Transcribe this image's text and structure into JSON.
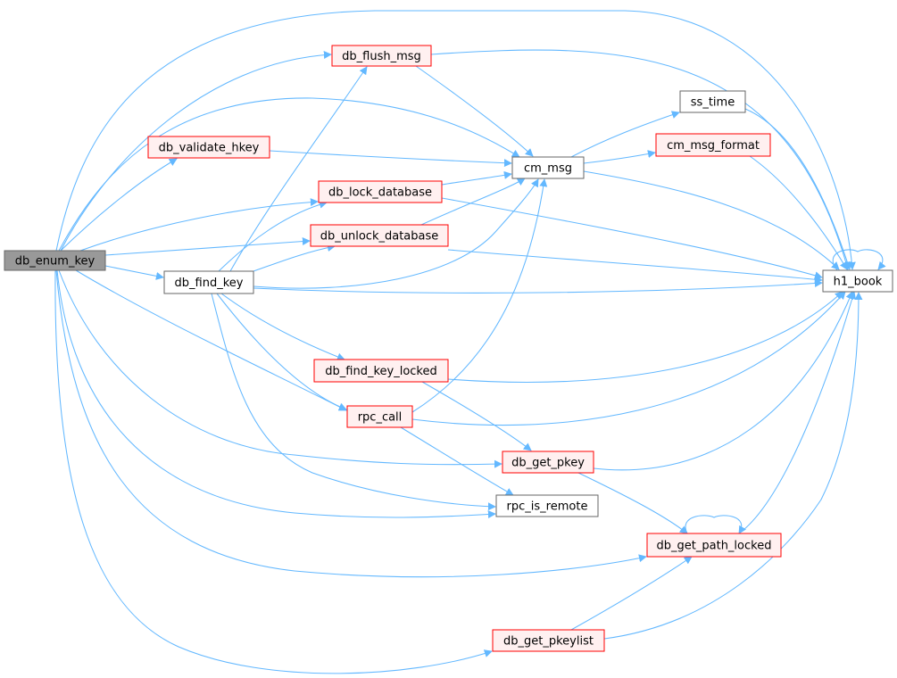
{
  "colors": {
    "edge": "#63b8ff",
    "root_fill": "#999999",
    "root_stroke": "#666666",
    "plain_fill": "#ffffff",
    "plain_stroke": "#666666",
    "linked_fill": "#fff0f0",
    "linked_stroke": "#ff0000"
  },
  "nodes": [
    {
      "id": "db_enum_key",
      "label": "db_enum_key",
      "style": "root"
    },
    {
      "id": "db_flush_msg",
      "label": "db_flush_msg",
      "style": "linked"
    },
    {
      "id": "db_validate_hkey",
      "label": "db_validate_hkey",
      "style": "linked"
    },
    {
      "id": "db_lock_database",
      "label": "db_lock_database",
      "style": "linked"
    },
    {
      "id": "db_unlock_database",
      "label": "db_unlock_database",
      "style": "linked"
    },
    {
      "id": "db_find_key",
      "label": "db_find_key",
      "style": "plain"
    },
    {
      "id": "cm_msg",
      "label": "cm_msg",
      "style": "plain"
    },
    {
      "id": "ss_time",
      "label": "ss_time",
      "style": "plain"
    },
    {
      "id": "cm_msg_format",
      "label": "cm_msg_format",
      "style": "linked"
    },
    {
      "id": "h1_book",
      "label": "h1_book",
      "style": "plain"
    },
    {
      "id": "db_find_key_locked",
      "label": "db_find_key_locked",
      "style": "linked"
    },
    {
      "id": "rpc_call",
      "label": "rpc_call",
      "style": "linked"
    },
    {
      "id": "db_get_pkey",
      "label": "db_get_pkey",
      "style": "linked"
    },
    {
      "id": "rpc_is_remote",
      "label": "rpc_is_remote",
      "style": "plain"
    },
    {
      "id": "db_get_path_locked",
      "label": "db_get_path_locked",
      "style": "linked"
    },
    {
      "id": "db_get_pkeylist",
      "label": "db_get_pkeylist",
      "style": "linked"
    }
  ],
  "edges": [
    [
      "db_enum_key",
      "db_flush_msg"
    ],
    [
      "db_enum_key",
      "h1_book"
    ],
    [
      "db_enum_key",
      "cm_msg"
    ],
    [
      "db_enum_key",
      "db_validate_hkey"
    ],
    [
      "db_enum_key",
      "db_lock_database"
    ],
    [
      "db_enum_key",
      "db_unlock_database"
    ],
    [
      "db_enum_key",
      "db_find_key"
    ],
    [
      "db_enum_key",
      "rpc_call"
    ],
    [
      "db_enum_key",
      "db_get_pkey"
    ],
    [
      "db_enum_key",
      "rpc_is_remote"
    ],
    [
      "db_enum_key",
      "db_get_path_locked"
    ],
    [
      "db_enum_key",
      "db_get_pkeylist"
    ],
    [
      "db_flush_msg",
      "cm_msg"
    ],
    [
      "db_flush_msg",
      "h1_book"
    ],
    [
      "db_validate_hkey",
      "cm_msg"
    ],
    [
      "db_lock_database",
      "cm_msg"
    ],
    [
      "db_lock_database",
      "h1_book"
    ],
    [
      "db_unlock_database",
      "cm_msg"
    ],
    [
      "db_unlock_database",
      "h1_book"
    ],
    [
      "db_find_key",
      "db_flush_msg"
    ],
    [
      "db_find_key",
      "db_lock_database"
    ],
    [
      "db_find_key",
      "db_unlock_database"
    ],
    [
      "db_find_key",
      "cm_msg"
    ],
    [
      "db_find_key",
      "h1_book"
    ],
    [
      "db_find_key",
      "db_find_key_locked"
    ],
    [
      "db_find_key",
      "rpc_call"
    ],
    [
      "db_find_key",
      "rpc_is_remote"
    ],
    [
      "cm_msg",
      "ss_time"
    ],
    [
      "cm_msg",
      "cm_msg_format"
    ],
    [
      "cm_msg",
      "h1_book"
    ],
    [
      "ss_time",
      "h1_book"
    ],
    [
      "cm_msg_format",
      "h1_book"
    ],
    [
      "h1_book",
      "h1_book"
    ],
    [
      "db_find_key_locked",
      "h1_book"
    ],
    [
      "db_find_key_locked",
      "db_get_pkey"
    ],
    [
      "rpc_call",
      "cm_msg"
    ],
    [
      "rpc_call",
      "h1_book"
    ],
    [
      "rpc_call",
      "rpc_is_remote"
    ],
    [
      "db_get_pkey",
      "h1_book"
    ],
    [
      "db_get_pkey",
      "db_get_path_locked"
    ],
    [
      "db_get_path_locked",
      "db_get_path_locked"
    ],
    [
      "db_get_path_locked",
      "h1_book"
    ],
    [
      "db_get_pkeylist",
      "db_get_path_locked"
    ],
    [
      "db_get_pkeylist",
      "h1_book"
    ]
  ]
}
